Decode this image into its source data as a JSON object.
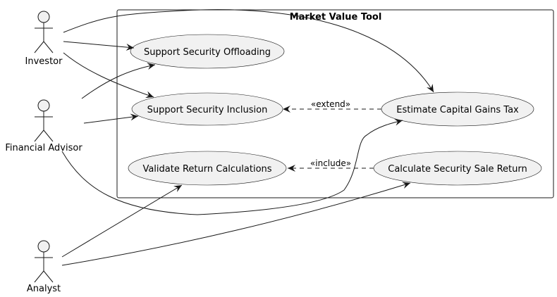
{
  "system": {
    "title": "Market Value Tool"
  },
  "actors": {
    "investor": "Investor",
    "financial_advisor": "Financial Advisor",
    "analyst": "Analyst"
  },
  "use_cases": {
    "offloading": "Support Security Offloading",
    "inclusion": "Support Security Inclusion",
    "validate": "Validate Return Calculations",
    "capital_gains": "Estimate Capital Gains Tax",
    "sale_return": "Calculate Security Sale Return"
  },
  "relations": {
    "extend_label": "«extend»",
    "include_label": "«include»"
  }
}
